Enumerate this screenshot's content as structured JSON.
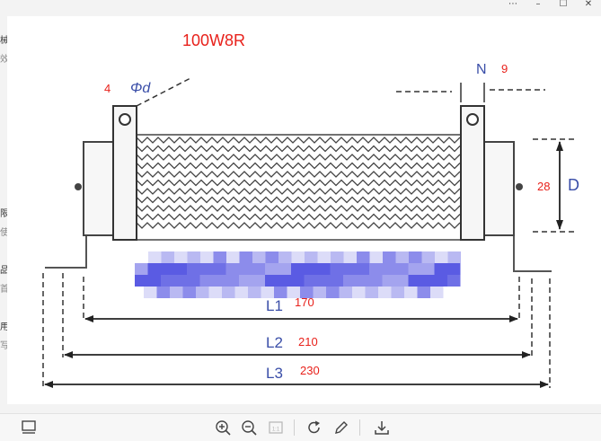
{
  "window": {
    "controls": [
      "⋯",
      "–",
      "☐",
      "✕"
    ],
    "left_fragments": [
      "械",
      "效",
      "限",
      "使",
      "品",
      "首",
      "用",
      "写"
    ]
  },
  "diagram": {
    "title": "100W8R",
    "pin_hole_value": "4",
    "pin_hole_label": "Φd",
    "notch_label": "N",
    "notch_value": "9",
    "diameter_label": "D",
    "diameter_value": "28",
    "dimensions": [
      {
        "label": "L1",
        "value": "170"
      },
      {
        "label": "L2",
        "value": "210"
      },
      {
        "label": "L3",
        "value": "230"
      }
    ]
  },
  "toolbar": {
    "buttons": [
      "thumbnail-view",
      "zoom-in",
      "zoom-out",
      "actual-size",
      "rotate",
      "edit",
      "download"
    ],
    "actual_size_glyph": "1:1"
  }
}
